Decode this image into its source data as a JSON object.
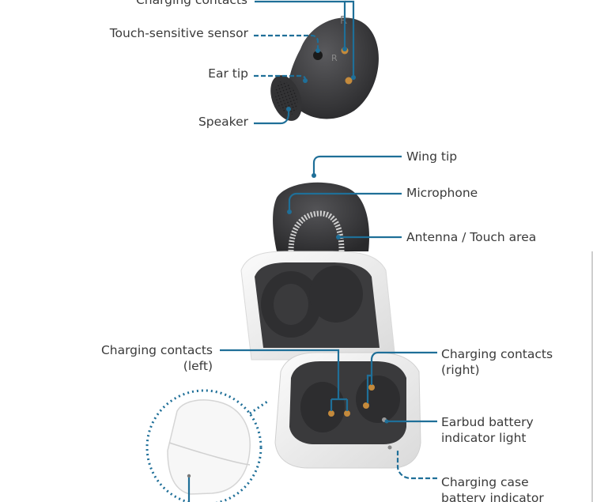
{
  "earbud_inner": {
    "charging_contacts": "Charging contacts",
    "touch_sensor": "Touch-sensitive sensor",
    "ear_tip": "Ear tip",
    "speaker": "Speaker",
    "side_letter": "R"
  },
  "earbud_outer": {
    "wing_tip": "Wing tip",
    "microphone": "Microphone",
    "antenna": "Antenna / Touch area"
  },
  "charging_case": {
    "contacts_left_line1": "Charging contacts",
    "contacts_left_line2": "(left)",
    "contacts_right_line1": "Charging contacts",
    "contacts_right_line2": "(right)",
    "earbud_indicator_line1": "Earbud battery",
    "earbud_indicator_line2": "indicator light",
    "case_indicator_line1": "Charging case",
    "case_indicator_line2": "battery indicator"
  },
  "colors": {
    "callout": "#1f6f98",
    "earbud_dark": "#3b3b3d",
    "gold_contact": "#c48a3c"
  }
}
